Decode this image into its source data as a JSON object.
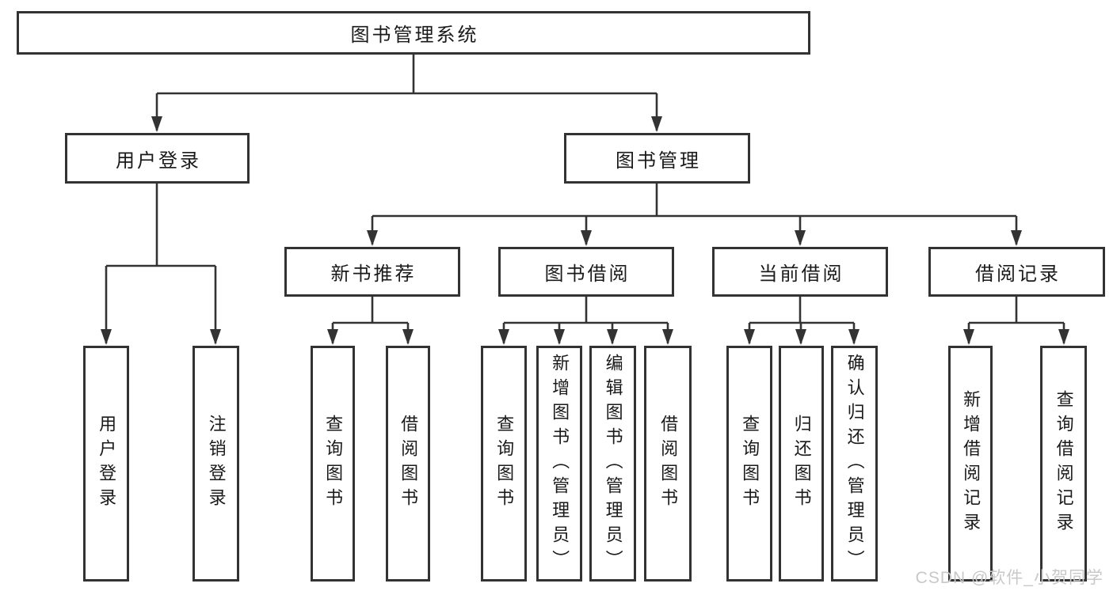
{
  "diagram": {
    "root": {
      "label": "图书管理系统"
    },
    "branches": [
      {
        "label": "用户登录",
        "children": [
          {
            "label": "用户登录"
          },
          {
            "label": "注销登录"
          }
        ]
      },
      {
        "label": "图书管理",
        "sections": [
          {
            "label": "新书推荐",
            "children": [
              {
                "label": "查询图书"
              },
              {
                "label": "借阅图书"
              }
            ]
          },
          {
            "label": "图书借阅",
            "children": [
              {
                "label": "查询图书"
              },
              {
                "label": "新增图书（管理员）"
              },
              {
                "label": "编辑图书（管理员）"
              },
              {
                "label": "借阅图书"
              }
            ]
          },
          {
            "label": "当前借阅",
            "children": [
              {
                "label": "查询图书"
              },
              {
                "label": "归还图书"
              },
              {
                "label": "确认归还（管理员）"
              }
            ]
          },
          {
            "label": "借阅记录",
            "children": [
              {
                "label": "新增借阅记录"
              },
              {
                "label": "查询借阅记录"
              }
            ]
          }
        ]
      }
    ]
  },
  "colors": {
    "line": "#333333",
    "text": "#1a1a1a",
    "watermark_text": "#c8c8c8",
    "background": "#ffffff"
  },
  "watermark": {
    "text": "CSDN @软件_小贺同学"
  }
}
